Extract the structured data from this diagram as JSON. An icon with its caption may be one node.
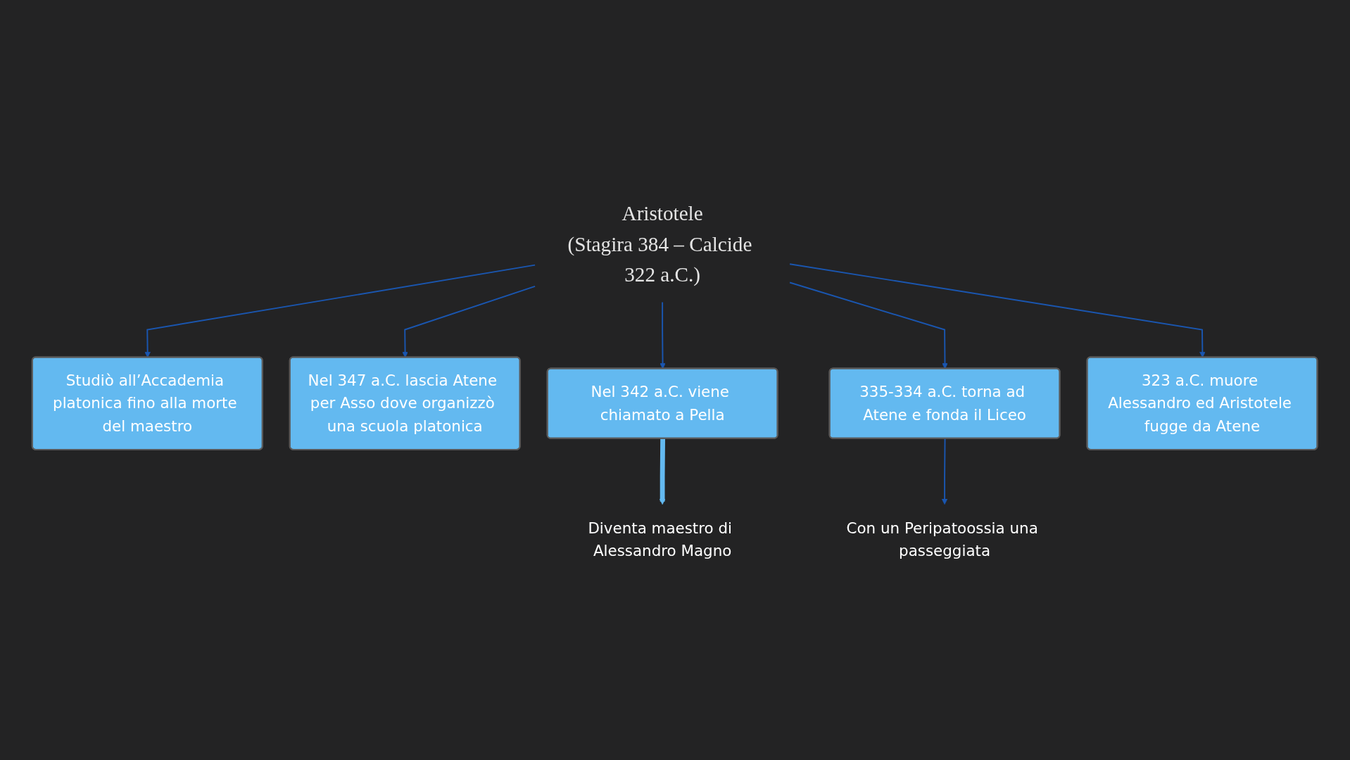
{
  "diagram": {
    "nodes": [
      {
        "text": [
          "Aristotele",
          "(Stagira 384 – Calcide 322 a.C.)"
        ]
      },
      {
        "text": [
          "Studiò all’Accademia platonica fino alla morte del maestro"
        ]
      },
      {
        "text": [
          "Nel 347 a.C. lascia Atene per Asso dove organizzò una scuola platonica"
        ]
      },
      {
        "text": [
          "Nel 342 a.C. viene chiamato a Pella"
        ]
      },
      {
        "text": [
          "335-334 a.C. torna ad Atene e fonda il Liceo"
        ]
      },
      {
        "text": [
          "323 a.C. muore Alessandro ed Aristotele fugge da Atene"
        ]
      },
      {
        "text": [
          "Diventa maestro di Alessandro Magno"
        ]
      },
      {
        "text": [
          "Con un Peripatoossia una passeggiata"
        ]
      }
    ],
    "edges": [
      {
        "from": 0,
        "to": 1,
        "arrow": "to"
      },
      {
        "from": 0,
        "to": 2,
        "arrow": "to"
      },
      {
        "from": 0,
        "to": 3,
        "arrow": "to"
      },
      {
        "from": 0,
        "to": 4,
        "arrow": "to"
      },
      {
        "from": 0,
        "to": 5,
        "arrow": "to"
      },
      {
        "from": 3,
        "to": 6,
        "arrow": "to",
        "style": "thick",
        "color": "#63b9f0"
      },
      {
        "from": 4,
        "to": 7,
        "arrow": "to"
      }
    ]
  }
}
